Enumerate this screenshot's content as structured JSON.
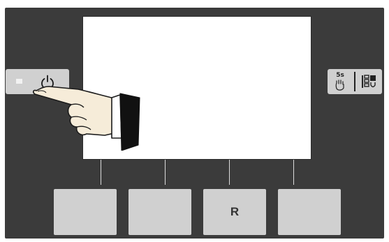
{
  "panel": {
    "buttons": {
      "power": {
        "icon": "power-icon",
        "led": "indicator-led"
      },
      "service": {
        "time_label": "5s",
        "icons": [
          "hand-press-icon",
          "boiler-icon"
        ]
      }
    },
    "bottom_buttons": [
      {
        "label": ""
      },
      {
        "label": ""
      },
      {
        "label": "R"
      },
      {
        "label": ""
      }
    ]
  },
  "illustration": {
    "icon": "pointing-hand-icon"
  }
}
